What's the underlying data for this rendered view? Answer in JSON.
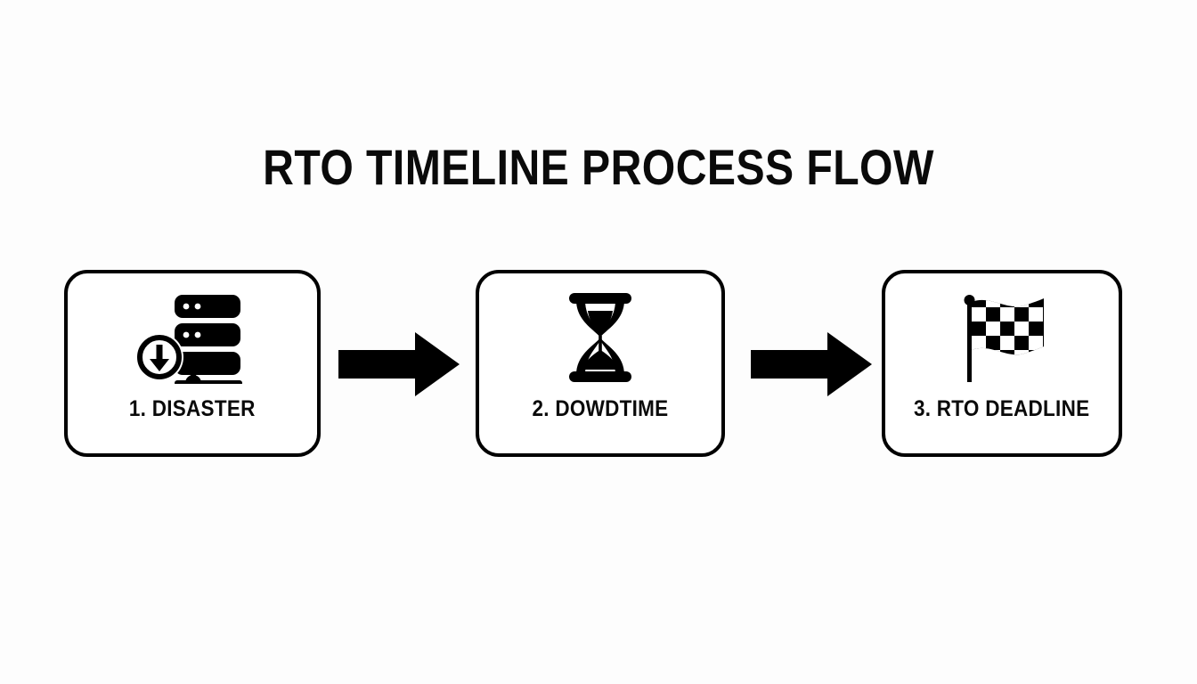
{
  "page": {
    "title": "RTO TIMELINE PROCESS FLOW",
    "background_color": "#fdfdfd",
    "ink_color": "#000000"
  },
  "flow": {
    "steps": [
      {
        "label": "1. DISASTER",
        "icon": "server-stack-down-arrow-icon",
        "icon_description": "Stack of three server racks with status lights and a circled downward arrow badge"
      },
      {
        "label": "2. DOWDTIME",
        "icon": "hourglass-icon",
        "icon_description": "Hourglass with sand falling from the upper chamber into a mound below"
      },
      {
        "label": "3. RTO DEADLINE",
        "icon": "checkered-flag-icon",
        "icon_description": "Waving checkered racing flag on a vertical pole"
      }
    ],
    "connectors": [
      {
        "icon": "arrow-right-icon",
        "from": "1. DISASTER",
        "to": "2. DOWDTIME"
      },
      {
        "icon": "arrow-right-icon",
        "from": "2. DOWDTIME",
        "to": "3. RTO DEADLINE"
      }
    ]
  }
}
